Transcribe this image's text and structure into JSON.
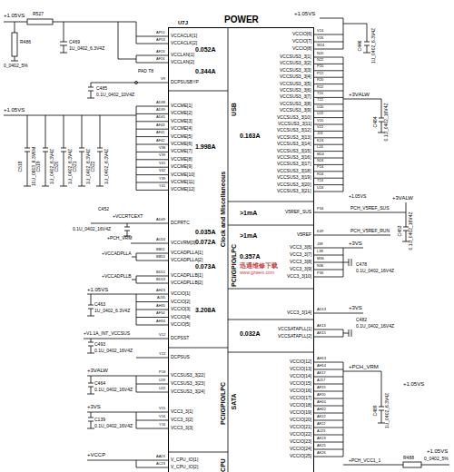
{
  "diagram": {
    "nodes": [
      {
        "text": [
          "U7J",
          "POWER"
        ]
      }
    ],
    "labels": [
      "VCCACLK[1]",
      "VCCACLK[2]",
      "VCCLAN[1]",
      "VCCLAN[2]",
      "DCPSUSBYP",
      "VCCME[1]",
      "VCCME[2]",
      "VCCME[3]",
      "VCCME[4]",
      "VCCME[5]",
      "VCCME[6]",
      "VCCME[7]",
      "VCCME[8]",
      "VCCME[9]",
      "VCCME[10]",
      "VCCME[11]",
      "VCCME[12]",
      "DCPRTC",
      "VCCVRM[3]",
      "VCCADPLLA[1]",
      "VCCADPLLA[2]",
      "VCCADPLLB[1]",
      "VCCADPLLB[2]",
      "VCCIO[1]",
      "VCCIO[2]",
      "VCCIO[3]",
      "VCCIO[4]",
      "VCCIO[5]",
      "DCPSST",
      "DCPSUS",
      "VCCSUS3_3[22]",
      "VCCSUS3_3[23]",
      "VCCSUS3_3[24]",
      "VCC3_3[1]",
      "VCC3_3[2]",
      "VCC3_3[3]",
      "V_CPU_IO[1]",
      "V_CPU_IO[2]",
      "AP51",
      "AP53",
      "AF23",
      "AF24",
      "V9",
      "AD38",
      "AD39",
      "AD41",
      "AF43",
      "AF41",
      "AF42",
      "V38",
      "V39",
      "V41",
      "V42",
      "Y39",
      "Y41",
      "AD49",
      "AU24",
      "BB51",
      "BB53",
      "BD51",
      "BD53",
      "AH23",
      "AJ35",
      "AH35",
      "AF34",
      "AH34",
      "V12",
      "Y22",
      "P18",
      "U19",
      "U22",
      "V15",
      "V16",
      "Y16",
      "AA23",
      "AC23",
      "VCCIO[6]",
      "VCCIO[7]",
      "VCCIO[8]",
      "VCCSUS3_3[1]",
      "VCCSUS3_3[2]",
      "VCCSUS3_3[3]",
      "VCCSUS3_3[4]",
      "VCCSUS3_3[5]",
      "VCCSUS3_3[6]",
      "VCCSUS3_3[7]",
      "VCCSUS3_3[8]",
      "VCCSUS3_3[9]",
      "VCCSUS3_3[10]",
      "VCCSUS3_3[11]",
      "VCCSUS3_3[12]",
      "VCCSUS3_3[13]",
      "VCCSUS3_3[14]",
      "VCCSUS3_3[15]",
      "VCCSUS3_3[16]",
      "VCCSUS3_3[17]",
      "VCCSUS3_3[18]",
      "VCCSUS3_3[19]",
      "VCCSUS3_3[20]",
      "VCCSUS3_3[21]",
      "V5REF_SUS",
      "V5REF",
      "VCC3_3[6]",
      "VCC3_3[7]",
      "VCC3_3[8]",
      "VCC3_3[9]",
      "VCC3_3[10]",
      "VCC3_3[14]",
      "VCCSATAPLL[1]",
      "VCCSATAPLL[2]",
      "VCCIO[12]",
      "VCCIO[13]",
      "VCCIO[14]",
      "VCCIO[15]",
      "VCCIO[16]",
      "VCCIO[17]",
      "VCCIO[18]",
      "VCCIO[19]",
      "VCCIO[20]",
      "VCCIO[21]",
      "VCCIO[22]",
      "VCCIO[23]",
      "VCCIO[24]",
      "VCCIO[25]",
      "V24",
      "V26",
      "W24",
      "N20",
      "N22",
      "P20",
      "P22",
      "R20",
      "R22",
      "T20",
      "T22",
      "U20",
      "U22",
      "V20",
      "V22",
      "J24",
      "K24",
      "L24",
      "M24",
      "N24",
      "P24",
      "R24",
      "T24",
      "U24",
      "P34",
      "K49",
      "J38",
      "L38",
      "M36",
      "N36",
      "P36",
      "AD13",
      "AK13",
      "AK15",
      "AH13",
      "AH14",
      "AK17",
      "AJ17",
      "AF19",
      "AF20",
      "AH20",
      "AH22",
      "AK22",
      "AF22",
      "AJ23",
      "AK23",
      "AK25",
      "AK26",
      "0.052A",
      "0.344A",
      "1.998A",
      "0.035A",
      "0.072A",
      "0.073A",
      "3.208A",
      "0.163A",
      ">1mA",
      ">1mA",
      "0.357A",
      "0.032A",
      "USB",
      "Clock and Miscellaneous",
      "PCI/GPIO/LPC",
      "SATA",
      "PCI/GPIO/LPC",
      "CPU",
      "+1.05VS",
      "R527",
      "R486",
      "0_0402_5%",
      "C469",
      "1U_0402_6.3V4Z",
      "PAD T8",
      "C485",
      "0.1U_0402_10V4Z",
      "+1.05VS",
      "C518",
      "10U_0603_6.3V6M",
      "C519",
      "1U_0402_6.3V4Z",
      "C520",
      "1U_0402_6.3V4Z",
      "C521",
      "1U_0402_6.3V4Z",
      "C522",
      "1U_0402_6.3V4Z",
      "C452",
      "0.1U_0402_16V4Z",
      "+VCCRTCEXT",
      "+PCH_VRM",
      "+VCCADPLLA",
      "+VCCADPLLB",
      "+1.05VS",
      "C463",
      "1U_0402_6.3V4Z",
      "+V1.1A_INT_VCCSUS",
      "C493",
      "0.1U_0402_16V4Z",
      "+3VALW",
      "C464",
      "0.1U_0402_16V4Z",
      "+3VS",
      "C139",
      "0.1U_0402_16V4Z",
      "+VCCP",
      "+1.05VS",
      "C446",
      "1U_0402_6.3V4Z",
      "+3VALW",
      "C484",
      "0.1U_0402_16V4Z",
      "+1.05VS",
      "+3VALW",
      "PCH_V5REF_SUS",
      "C453",
      "0.1U_0402_16V4Z",
      "PCH_V5REF_RUN",
      "+3VS",
      "C478",
      "0.1U_0402_16V4Z",
      "+3VS",
      "C482",
      "0.1U_0402_16V4Z",
      "+PCH_VRM",
      "+1.05VS",
      "C489",
      "1U_0402_6.3V4Z",
      "+PCH_VCC1_1",
      "R488",
      "0_0402_5%",
      "+1.05VS",
      "迅通维修下载",
      "www.gzweix.com"
    ]
  }
}
